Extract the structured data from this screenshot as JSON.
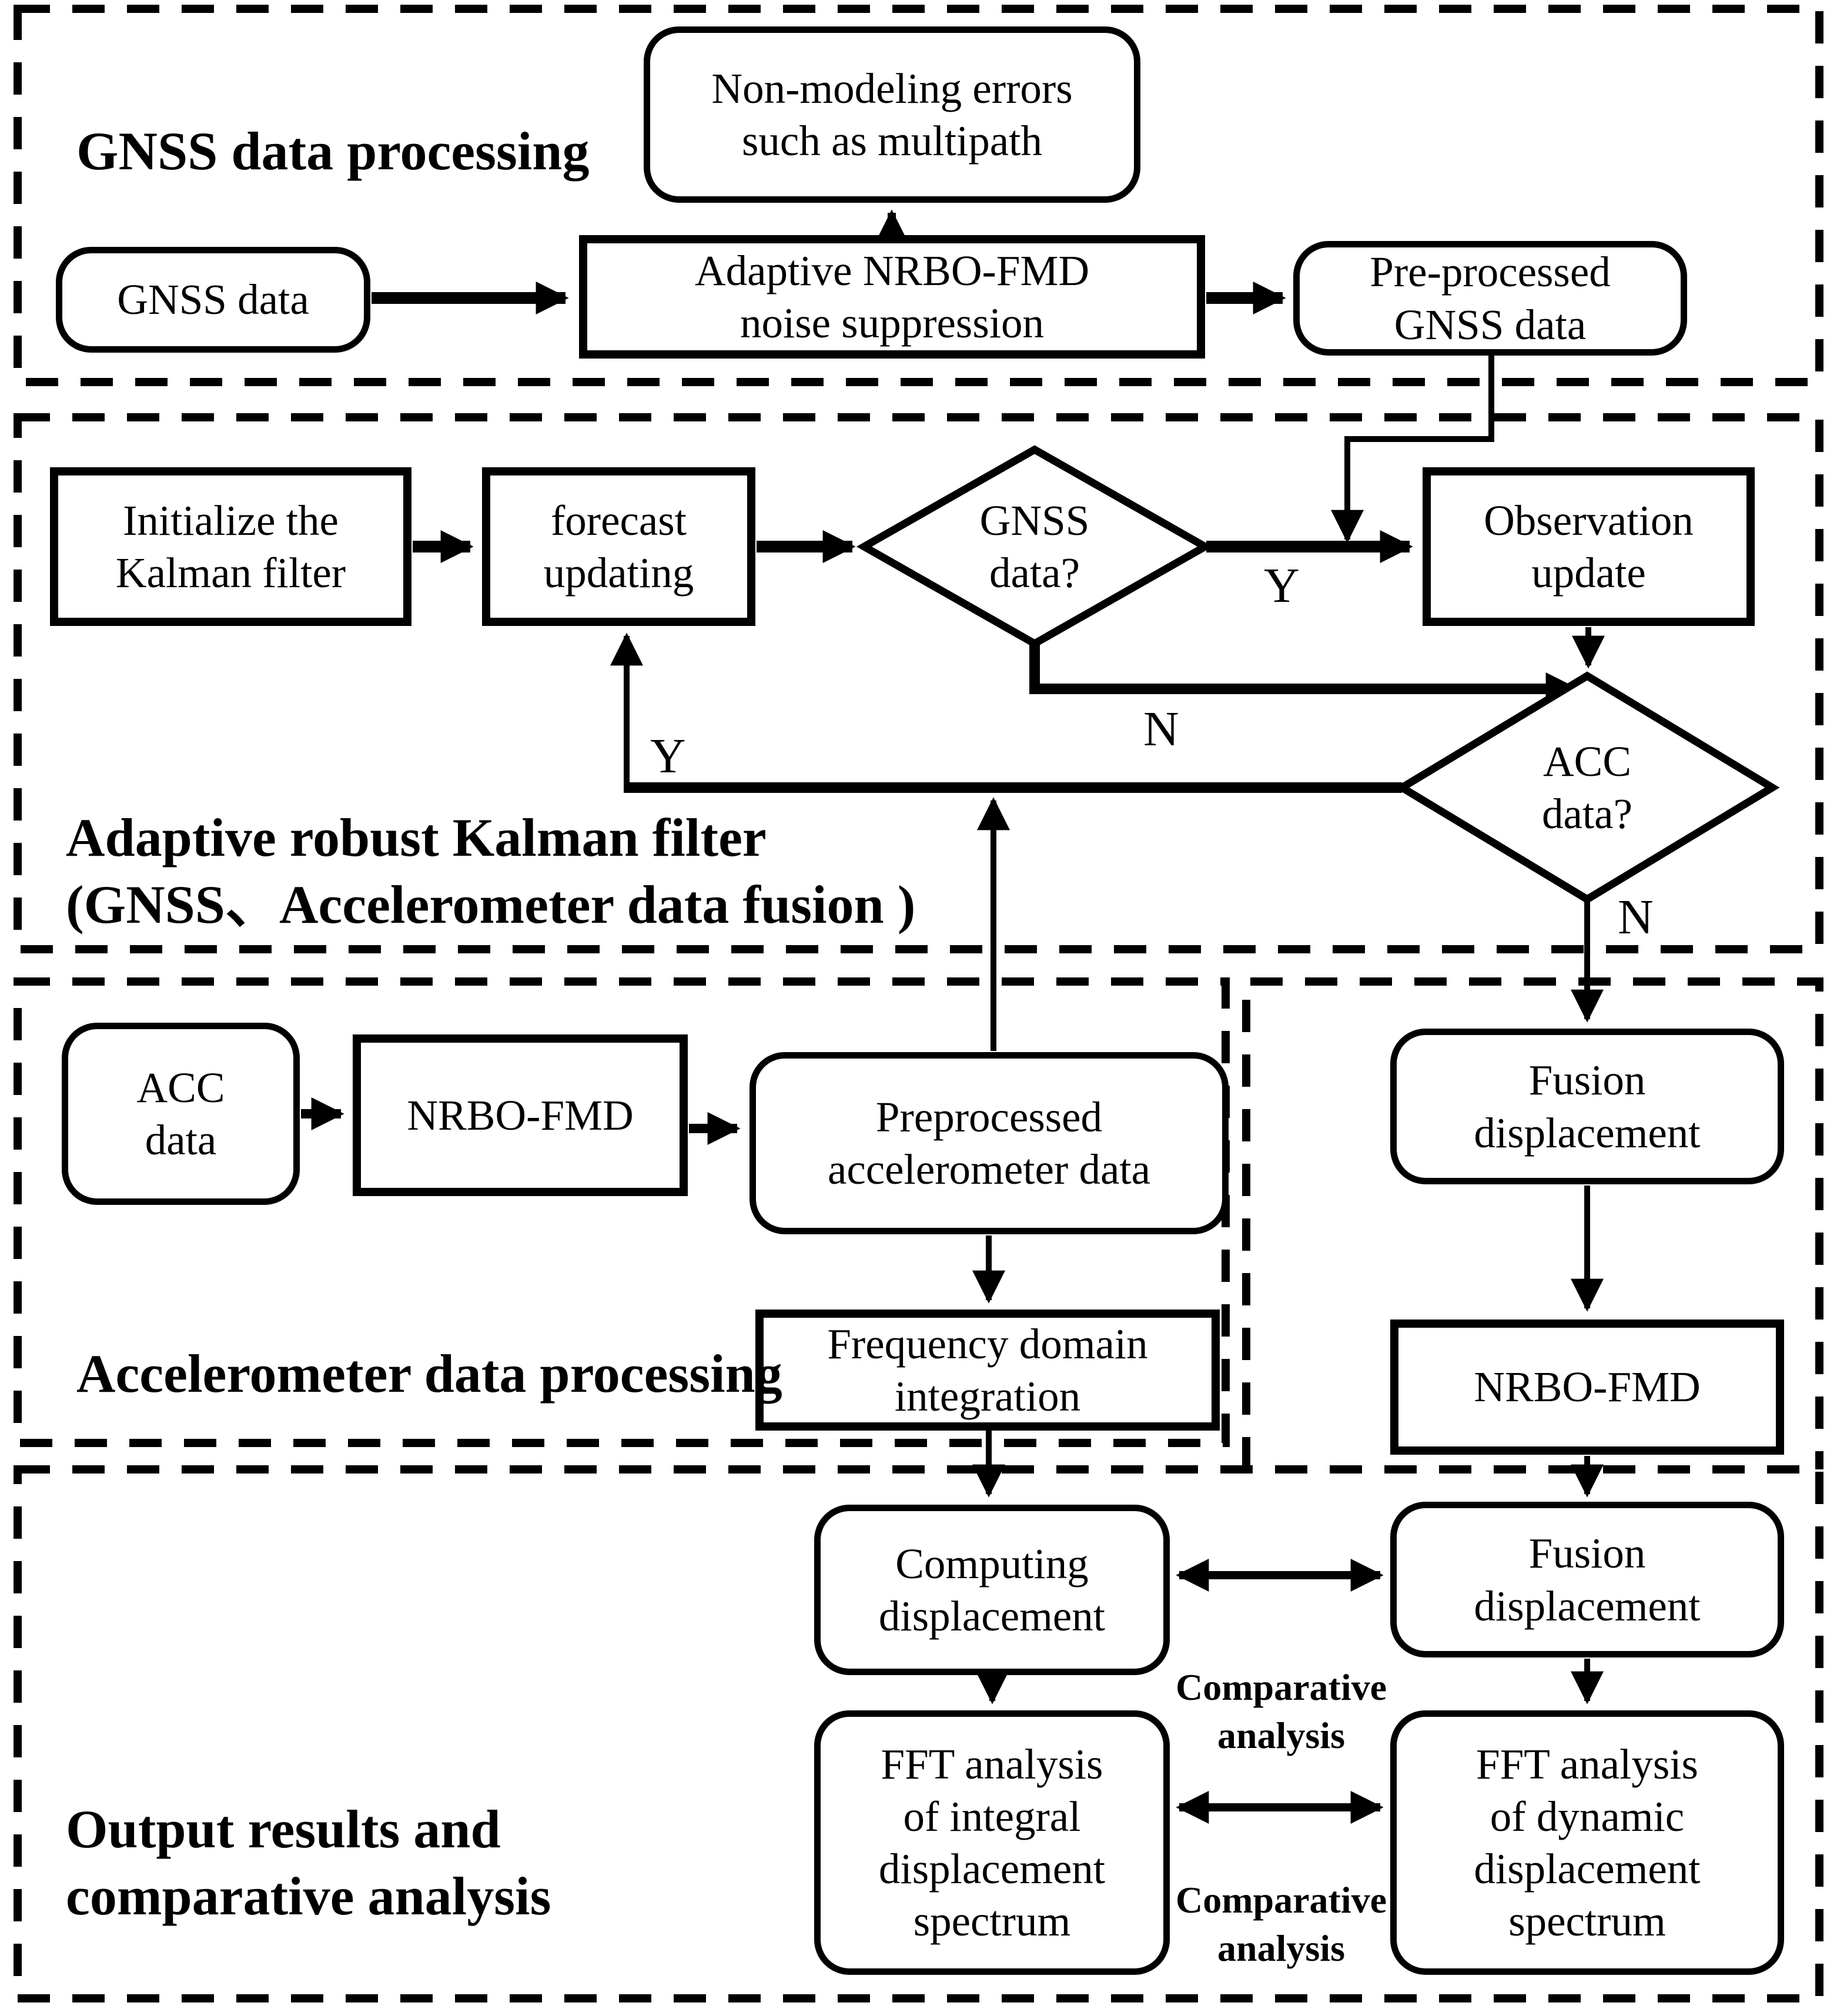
{
  "sections": {
    "gnss_processing": {
      "title": "GNSS data processing"
    },
    "kalman": {
      "title": "Adaptive robust Kalman filter\n(GNSS、Accelerometer data fusion )"
    },
    "acc_processing": {
      "title": "Accelerometer data processing"
    },
    "output": {
      "title": "Output results and\ncomparative analysis"
    }
  },
  "boxes": {
    "gnss_data": "GNSS data",
    "non_modeling": "Non-modeling errors\nsuch as multipath",
    "adaptive_suppression": "Adaptive NRBO-FMD\nnoise suppression",
    "preprocessed_gnss": "Pre-processed\nGNSS data",
    "initialize_kalman": "Initialize the\nKalman filter",
    "forecast_updating": "forecast\nupdating",
    "observation_update": "Observation\nupdate",
    "acc_data": "ACC\ndata",
    "nrbo_fmd_left": "NRBO-FMD",
    "preprocessed_acc": "Preprocessed\naccelerometer data",
    "frequency_integration": "Frequency domain\nintegration",
    "fusion_displacement_1": "Fusion\ndisplacement",
    "nrbo_fmd_right": "NRBO-FMD",
    "computing_displacement": "Computing\ndisplacement",
    "fusion_displacement_2": "Fusion\ndisplacement",
    "fft_integral": "FFT analysis\nof integral\ndisplacement\nspectrum",
    "fft_dynamic": "FFT analysis\nof dynamic\ndisplacement\nspectrum"
  },
  "decisions": {
    "gnss_data_q": "GNSS\ndata?",
    "acc_data_q": "ACC\ndata?"
  },
  "edge_labels": {
    "gnss_yes": "Y",
    "gnss_no": "N",
    "acc_yes": "Y",
    "acc_no": "N"
  },
  "annotations": {
    "comparative_analysis": "Comparative\nanalysis"
  },
  "colors": {
    "line": "#000000",
    "background": "#ffffff"
  }
}
